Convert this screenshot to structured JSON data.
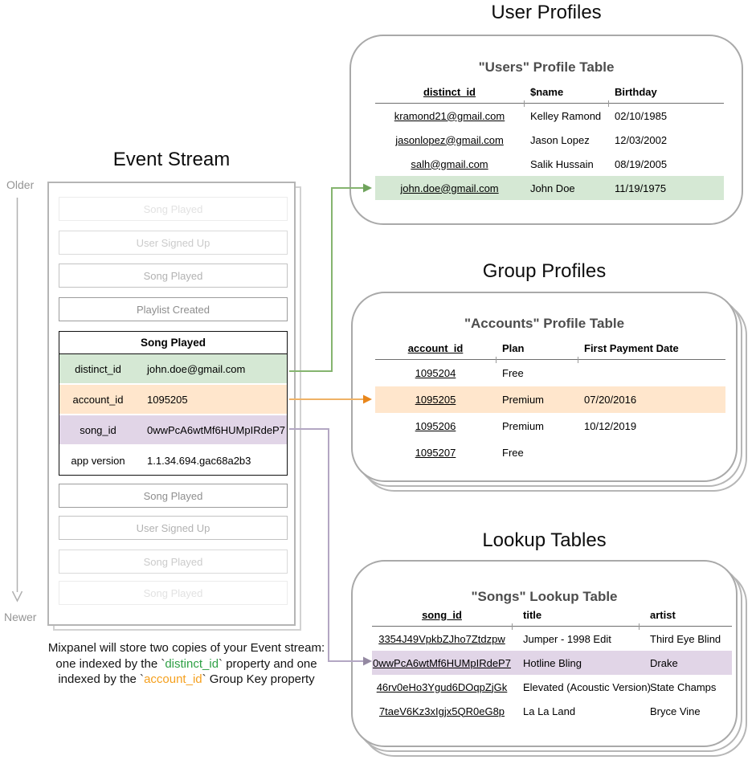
{
  "event_stream": {
    "title": "Event Stream",
    "older_label": "Older",
    "newer_label": "Newer",
    "events_before": [
      "Song Played",
      "User Signed Up",
      "Song Played",
      "Playlist Created"
    ],
    "featured_event": {
      "name": "Song Played",
      "properties": [
        {
          "key": "distinct_id",
          "value": "john.doe@gmail.com",
          "highlight": "green"
        },
        {
          "key": "account_id",
          "value": "1095205",
          "highlight": "orange"
        },
        {
          "key": "song_id",
          "value": "0wwPcA6wtMf6HUMpIRdeP7",
          "highlight": "purple"
        },
        {
          "key": "app version",
          "value": "1.1.34.694.gac68a2b3",
          "highlight": "none"
        }
      ]
    },
    "events_after": [
      "Song Played",
      "User Signed Up",
      "Song Played",
      "Song Played"
    ],
    "caption": {
      "line1": "Mixpanel will store two copies of your Event stream:",
      "line2_pre": "one indexed by the `",
      "line2_code": "distinct_id",
      "line2_post": "` property and one",
      "line3_pre": "indexed by the `",
      "line3_code": "account_id",
      "line3_post": "` Group Key property"
    }
  },
  "user_profiles": {
    "title": "User Profiles",
    "table_title": "\"Users\" Profile Table",
    "columns": [
      "distinct_id",
      "$name",
      "Birthday"
    ],
    "rows": [
      [
        "kramond21@gmail.com",
        "Kelley Ramond",
        "02/10/1985"
      ],
      [
        "jasonlopez@gmail.com",
        "Jason Lopez",
        "12/03/2002"
      ],
      [
        "salh@gmail.com",
        "Salik Hussain",
        "08/19/2005"
      ],
      [
        "john.doe@gmail.com",
        "John Doe",
        "11/19/1975"
      ]
    ],
    "highlighted_row_index": 3
  },
  "group_profiles": {
    "title": "Group Profiles",
    "table_title": "\"Accounts\" Profile Table",
    "columns": [
      "account_id",
      "Plan",
      "First Payment Date"
    ],
    "rows": [
      [
        "1095204",
        "Free",
        ""
      ],
      [
        "1095205",
        "Premium",
        "07/20/2016"
      ],
      [
        "1095206",
        "Premium",
        "10/12/2019"
      ],
      [
        "1095207",
        "Free",
        ""
      ]
    ],
    "highlighted_row_index": 1
  },
  "lookup_tables": {
    "title": "Lookup Tables",
    "table_title": "\"Songs\" Lookup Table",
    "columns": [
      "song_id",
      "title",
      "artist"
    ],
    "rows": [
      [
        "3354J49VpkbZJho7Ztdzpw",
        "Jumper - 1998 Edit",
        "Third Eye Blind"
      ],
      [
        "0wwPcA6wtMf6HUMpIRdeP7",
        "Hotline Bling",
        "Drake"
      ],
      [
        "46rv0eHo3Ygud6DOqpZjGk",
        "Elevated (Acoustic Version)",
        "State Champs"
      ],
      [
        "7taeV6Kz3xIgjx5QR0eG8p",
        "La La Land",
        "Bryce Vine"
      ]
    ],
    "highlighted_row_index": 1
  },
  "colors": {
    "green_fill": "#D5E8D4",
    "orange_fill": "#FFE6CC",
    "purple_fill": "#E1D5E7",
    "green_arrow": "#85B46F",
    "orange_arrow": "#E8861B",
    "purple_arrow": "#9489A2",
    "caption_green": "#2fa045",
    "caption_orange": "#f5a01e"
  }
}
